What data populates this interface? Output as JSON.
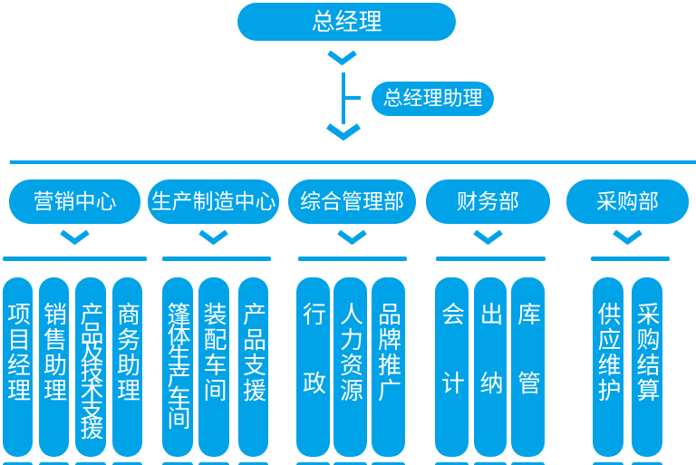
{
  "colors": {
    "primary_blue": "#00a2e8",
    "text_white": "#ffffff",
    "background": "#ffffff"
  },
  "icons": {
    "chevron_down_icon": "⌄",
    "arrow_down_icon": "↓"
  },
  "root": {
    "label": "总经理"
  },
  "assistant": {
    "label": "总经理助理"
  },
  "departments": [
    {
      "label": "营销中心",
      "children": [
        "项目经理",
        "销售助理",
        "产品及技术支援",
        "商务助理"
      ]
    },
    {
      "label": "生产制造中心",
      "children": [
        "篷体生产车间",
        "装配车间",
        "产品支援"
      ]
    },
    {
      "label": "综合管理部",
      "children": [
        "行政",
        "人力资源",
        "品牌推广"
      ]
    },
    {
      "label": "财务部",
      "children": [
        "会计",
        "出纳",
        "库管"
      ]
    },
    {
      "label": "采购部",
      "children": [
        "供应维护",
        "采购结算"
      ]
    }
  ]
}
